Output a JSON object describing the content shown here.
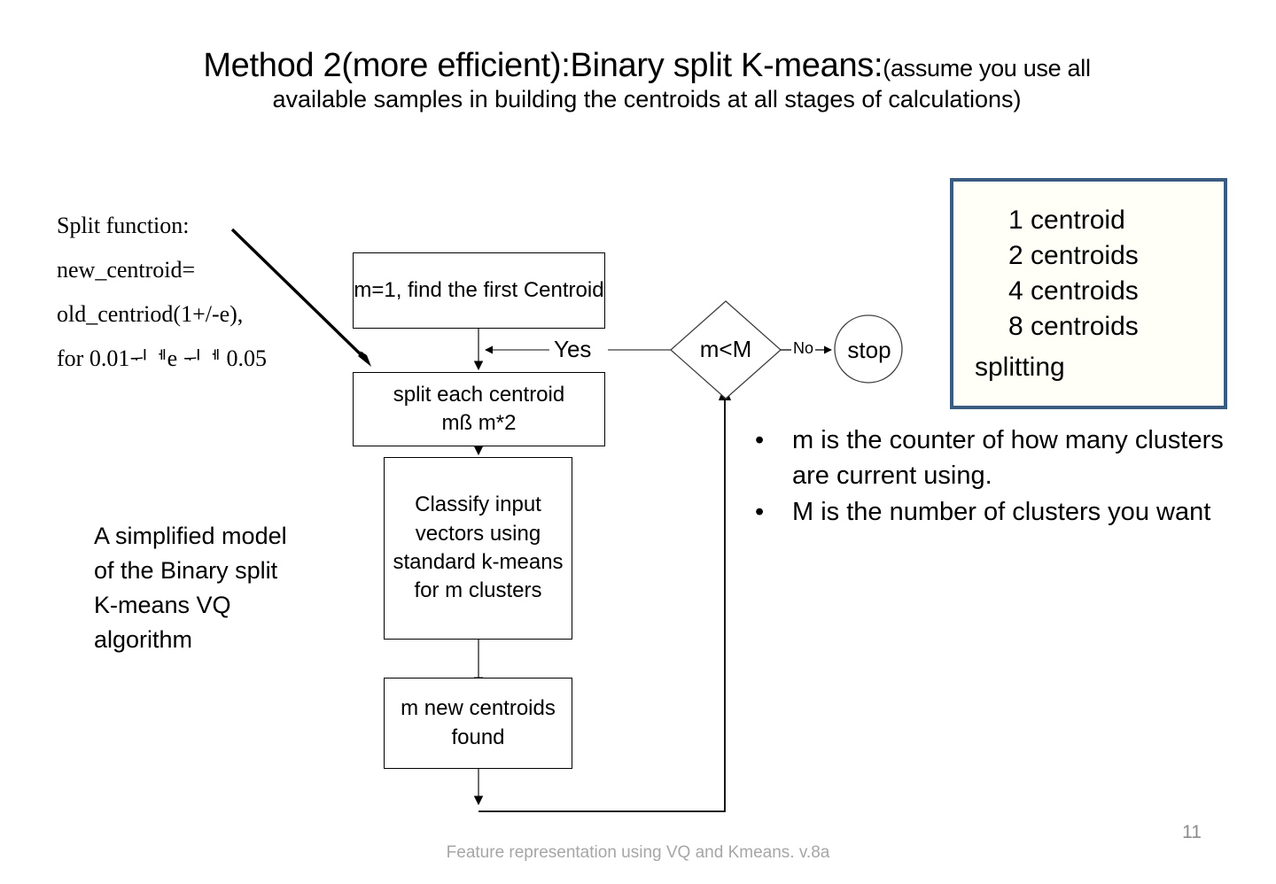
{
  "slide": {
    "title_main": "Method 2(more efficient):Binary split K-means:",
    "title_main_suffix": "(assume you use all",
    "title_sub": "available samples in building the centroids at all stages of calculations)",
    "footer": "Feature representation using VQ and Kmeans. v.8a",
    "page_number": "11"
  },
  "split_function": {
    "line1": "Split function:",
    "line2": "new_centroid=",
    "line3": "old_centriod(1+/-e),",
    "line4_a": "for 0.01",
    "line4_glyph1": "ᅱᅦ",
    "line4_b": "e ",
    "line4_glyph2": "ᅱᅦ",
    "line4_c": " 0.05"
  },
  "caption": {
    "text": "A simplified model of the Binary split K-means VQ algorithm"
  },
  "flowchart": {
    "box_init": "m=1, find the first Centroid",
    "box_split_line1": "split each centroid",
    "box_split_line2": "mß m*2",
    "box_classify": "Classify input vectors using standard k-means for m clusters",
    "box_found": "m new centroids found",
    "decision": "m<M",
    "label_yes": "Yes",
    "label_no": "No",
    "terminator": "stop"
  },
  "legend": {
    "line1": "1 centroid",
    "line2": "2 centroids",
    "line3": "4 centroids",
    "line4": "8 centroids",
    "splitting": "splitting",
    "border_color": "#3a5c80",
    "arrow_color": "#5b8dc2",
    "background": "#fffff8"
  },
  "bullets": {
    "marker": "•",
    "items": [
      "m is the counter of how many clusters are current using.",
      "M is the number of clusters you want"
    ]
  }
}
